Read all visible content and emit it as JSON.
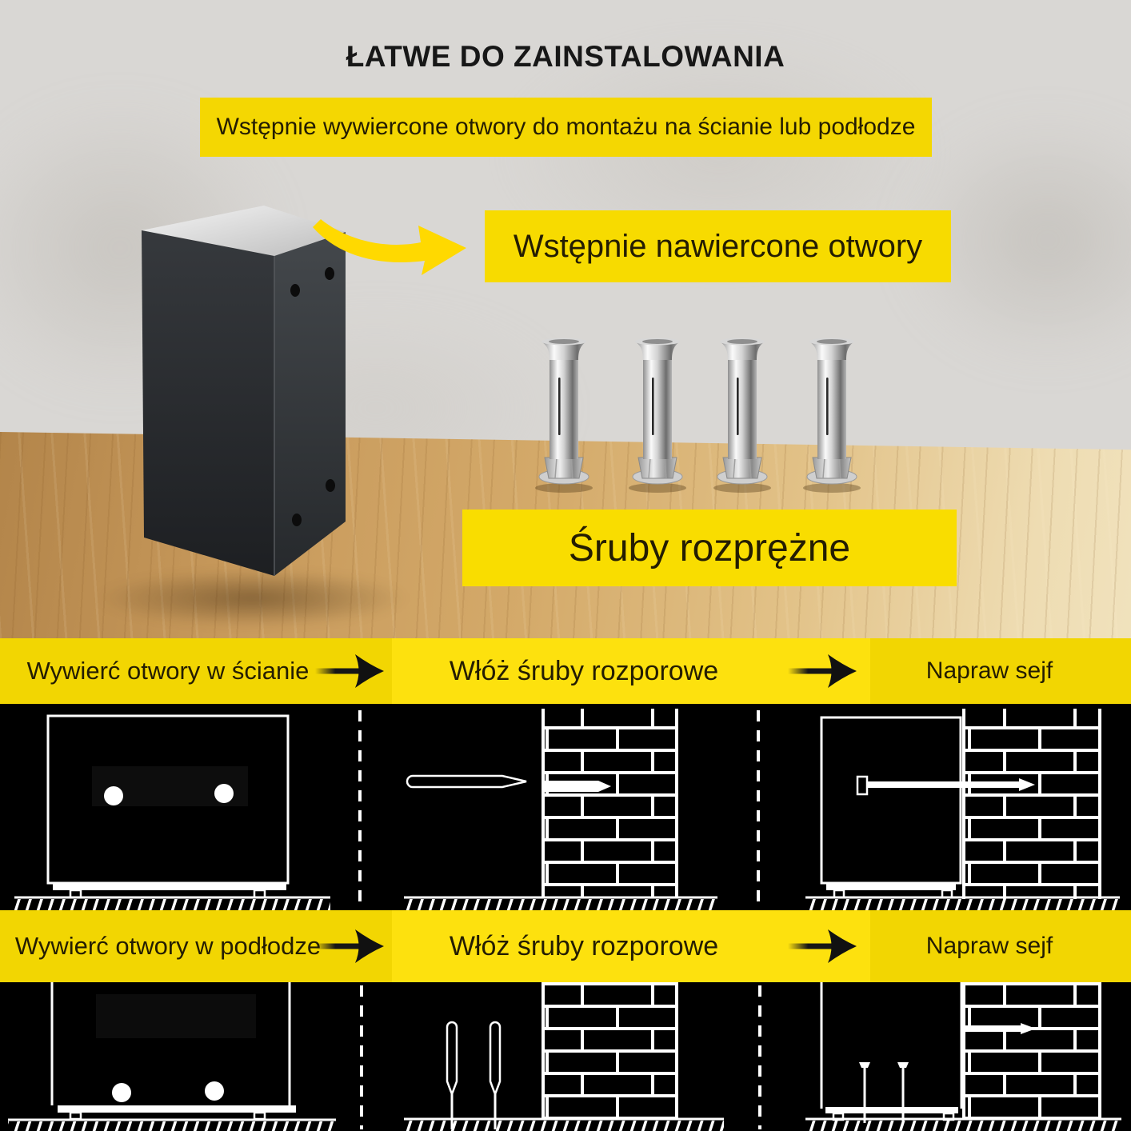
{
  "title": "ŁATWE DO ZAINSTALOWANIA",
  "banner": {
    "text": "Wstępnie wywiercone otwory do montażu na ścianie lub podłodze"
  },
  "callouts": {
    "predrilled_holes": "Wstępnie nawiercone otwory",
    "expansion_bolts": "Śruby rozprężne"
  },
  "wall_steps": {
    "step1": "Wywierć otwory w ścianie",
    "step2": "Włóż śruby rozporowe",
    "step3": "Napraw sejf"
  },
  "floor_steps": {
    "step1": "Wywierć otwory w podłodze",
    "step2": "Włóż śruby rozporowe",
    "step3": "Napraw sejf"
  },
  "icons": {
    "step_arrow": "right-arrow",
    "callout_arrow": "curved-right-arrow"
  },
  "colors": {
    "accent_yellow": "#F4D702",
    "accent_yellow_bright": "#FFE412",
    "text_dark": "#241d02",
    "diagram_bg": "#000000",
    "diagram_line": "#FFFFFF"
  }
}
